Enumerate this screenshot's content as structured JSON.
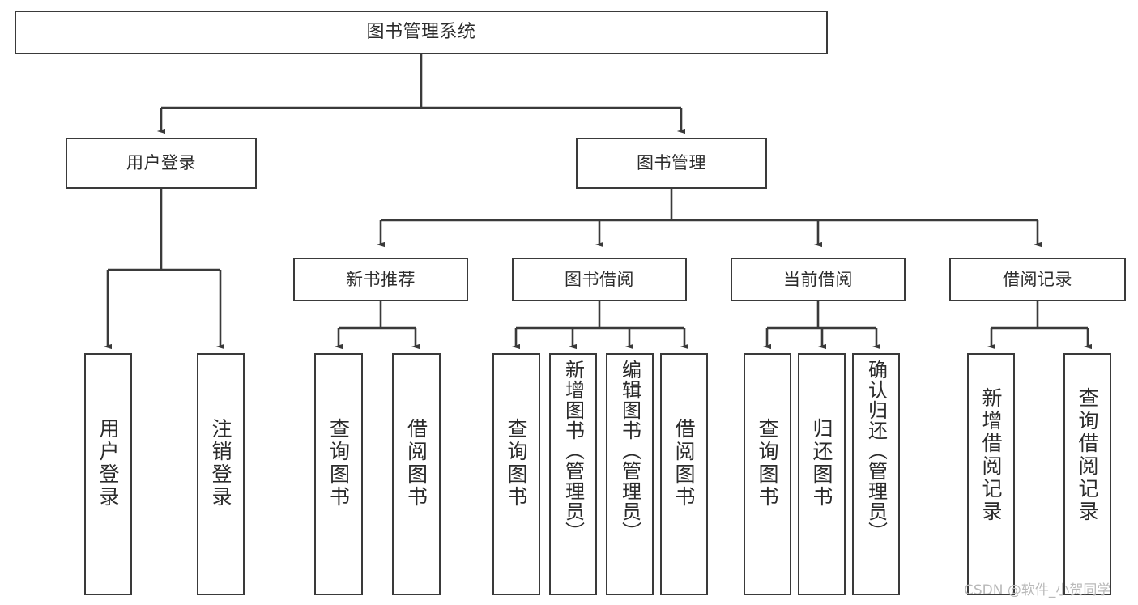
{
  "diagram": {
    "title": "图书管理系统",
    "type": "functional-structure-tree",
    "watermark": "CSDN @软件_小贺同学"
  },
  "nodes": {
    "root": {
      "label": "图书管理系统"
    },
    "level2": [
      {
        "id": "user-login",
        "label": "用户登录"
      },
      {
        "id": "book-management",
        "label": "图书管理"
      }
    ],
    "level3": [
      {
        "id": "new-book-recommend",
        "label": "新书推荐"
      },
      {
        "id": "book-borrow",
        "label": "图书借阅"
      },
      {
        "id": "current-borrow",
        "label": "当前借阅"
      },
      {
        "id": "borrow-record",
        "label": "借阅记录"
      }
    ],
    "leaves": {
      "user_login": [
        {
          "id": "leaf-user-login",
          "label": "用户登录"
        },
        {
          "id": "leaf-logout-login",
          "label": "注销登录"
        }
      ],
      "new_book_recommend": [
        {
          "id": "leaf-query-book-1",
          "label": "查询图书"
        },
        {
          "id": "leaf-borrow-book-1",
          "label": "借阅图书"
        }
      ],
      "book_borrow": [
        {
          "id": "leaf-query-book-2",
          "label": "查询图书"
        },
        {
          "id": "leaf-add-book",
          "label": "新增图书（管理员）"
        },
        {
          "id": "leaf-edit-book",
          "label": "编辑图书（管理员）"
        },
        {
          "id": "leaf-borrow-book-2",
          "label": "借阅图书"
        }
      ],
      "current_borrow": [
        {
          "id": "leaf-query-book-3",
          "label": "查询图书"
        },
        {
          "id": "leaf-return-book",
          "label": "归还图书"
        },
        {
          "id": "leaf-confirm-return",
          "label": "确认归还（管理员）"
        }
      ],
      "borrow_record": [
        {
          "id": "leaf-add-borrow-record",
          "label": "新增借阅记录"
        },
        {
          "id": "leaf-query-borrow-record",
          "label": "查询借阅记录"
        }
      ]
    }
  },
  "colors": {
    "stroke": "#3a3a3a",
    "background": "#ffffff",
    "text": "#2b2b2b",
    "watermark": "#b9b9b9"
  }
}
